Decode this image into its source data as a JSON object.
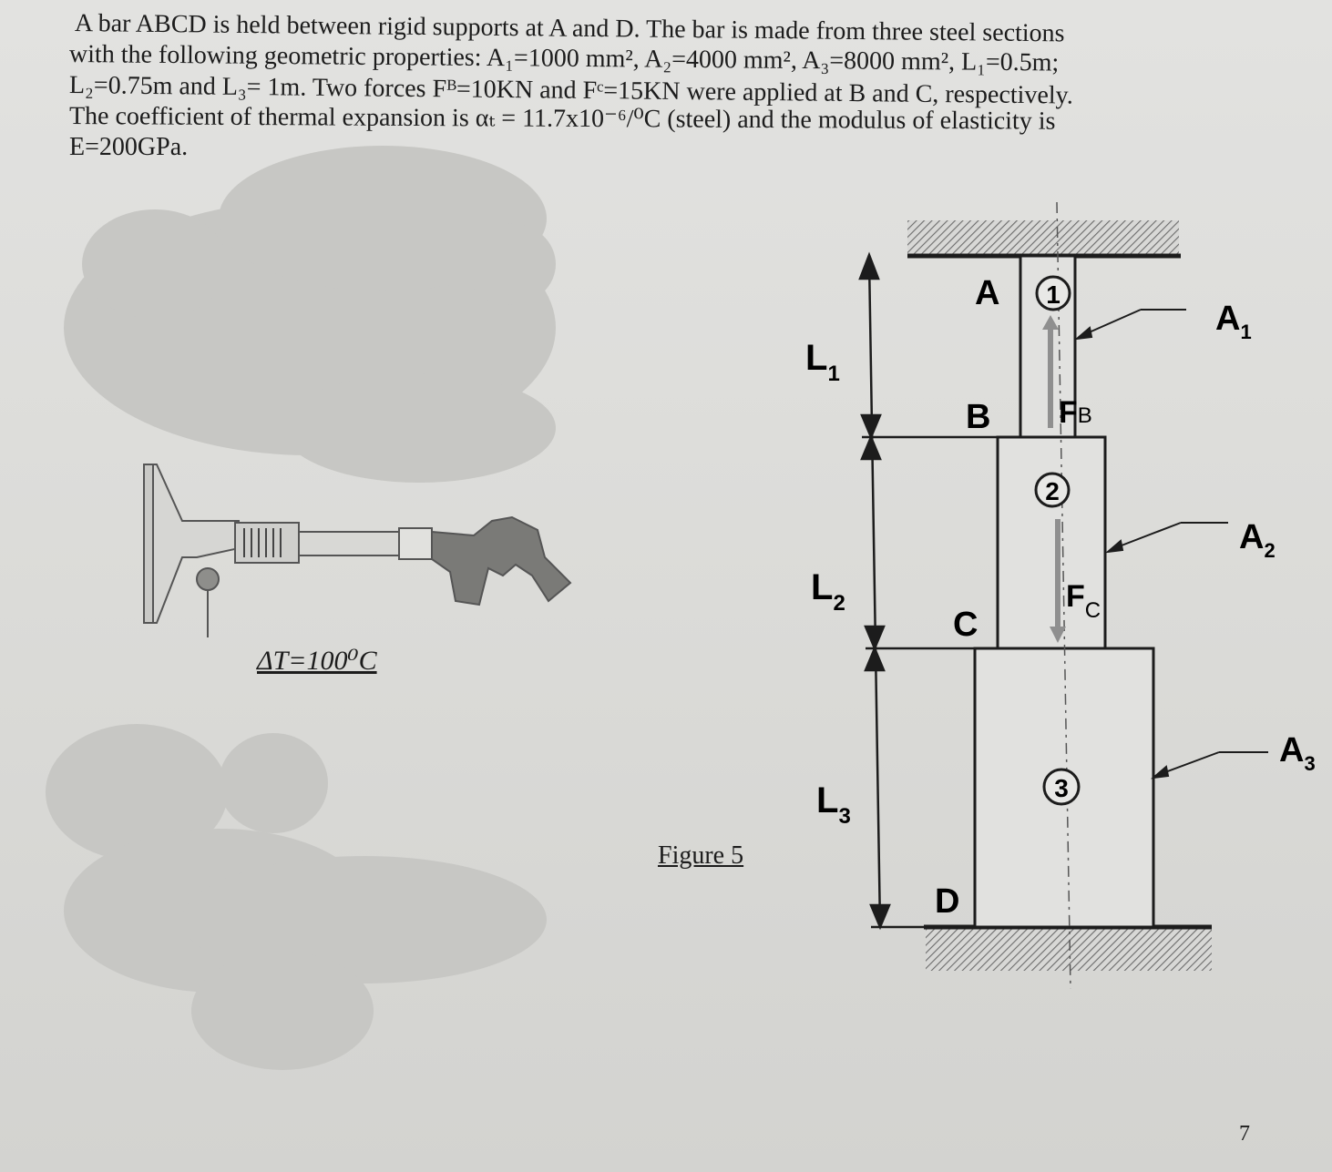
{
  "problem": {
    "lines": [
      "A bar ABCD is held between rigid supports at A and D. The bar is made from three steel sections",
      "with the following geometric properties: A₁=1000 mm², A₂=4000 mm², A₃=8000 mm², L₁=0.5m;",
      "L₂=0.75m and L₃= 1m. Two forces Fᴮ=10KN and Fᶜ=15KN were applied at B and C, respectively.",
      "The coefficient of thermal expansion is αₜ = 11.7x10⁻⁶/⁰C (steel) and the modulus of elasticity is",
      "E=200GPa."
    ]
  },
  "figure": {
    "caption": "Figure 5",
    "temperature_label": "ΔT=100⁰C",
    "points": {
      "a": "A",
      "b": "B",
      "c": "C",
      "d": "D"
    },
    "sections": {
      "s1": "1",
      "s2": "2",
      "s3": "3"
    },
    "lengths": {
      "l1": "L",
      "l1_sub": "1",
      "l2": "L",
      "l2_sub": "2",
      "l3": "L",
      "l3_sub": "3"
    },
    "areas": {
      "a1": "A",
      "a1_sub": "1",
      "a2": "A",
      "a2_sub": "2",
      "a3": "A",
      "a3_sub": "3"
    },
    "forces": {
      "fb": "F",
      "fb_sub": "B",
      "fc": "F",
      "fc_sub": "C"
    }
  },
  "page_number": "7",
  "colors": {
    "ink": "#1c1c1c",
    "paper": "#dcdcda",
    "redaction": "#c7c7c4",
    "force_arrow": "#8f8f8f"
  }
}
